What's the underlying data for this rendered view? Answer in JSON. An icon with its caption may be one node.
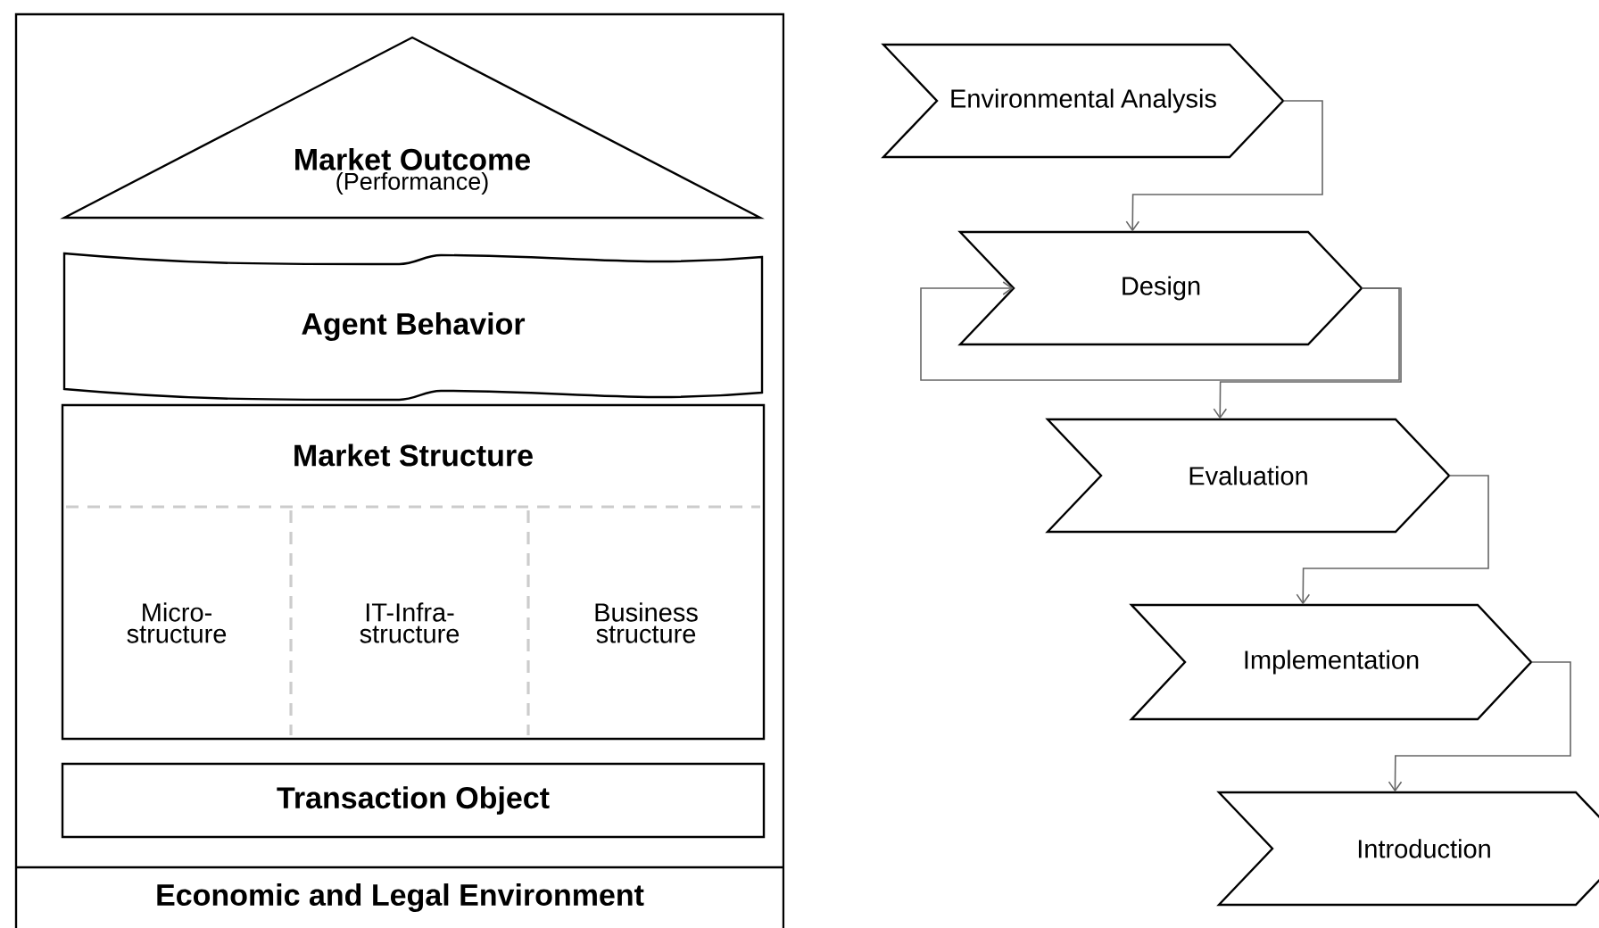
{
  "diagram": {
    "nodes": [
      {
        "text": [
          "Economic and Legal Environment"
        ]
      },
      {
        "text": [
          "Market Outcome",
          "(Performance)"
        ],
        "in": 0
      },
      {
        "text": [
          "Agent Behavior"
        ],
        "in": 0
      },
      {
        "text": [
          "Market Structure"
        ],
        "in": 0
      },
      {
        "text": [
          "Micro- structure"
        ],
        "in": 3
      },
      {
        "text": [
          "IT-Infra- structure"
        ],
        "in": 3
      },
      {
        "text": [
          "Business structure"
        ],
        "in": 3
      },
      {
        "text": [
          "Transaction Object"
        ],
        "in": 0
      },
      {
        "text": [
          "Environmental Analysis"
        ]
      },
      {
        "text": [
          "Design"
        ]
      },
      {
        "text": [
          "Evaluation"
        ]
      },
      {
        "text": [
          "Implementation"
        ]
      },
      {
        "text": [
          "Introduction"
        ]
      }
    ],
    "edges": [
      {
        "from": 8,
        "to": 9,
        "arrow": "to"
      },
      {
        "from": 9,
        "to": 9,
        "arrow": "to"
      },
      {
        "from": 9,
        "to": 10,
        "arrow": "to"
      },
      {
        "from": 10,
        "to": 11,
        "arrow": "to"
      },
      {
        "from": 11,
        "to": 12,
        "arrow": "to"
      }
    ]
  }
}
